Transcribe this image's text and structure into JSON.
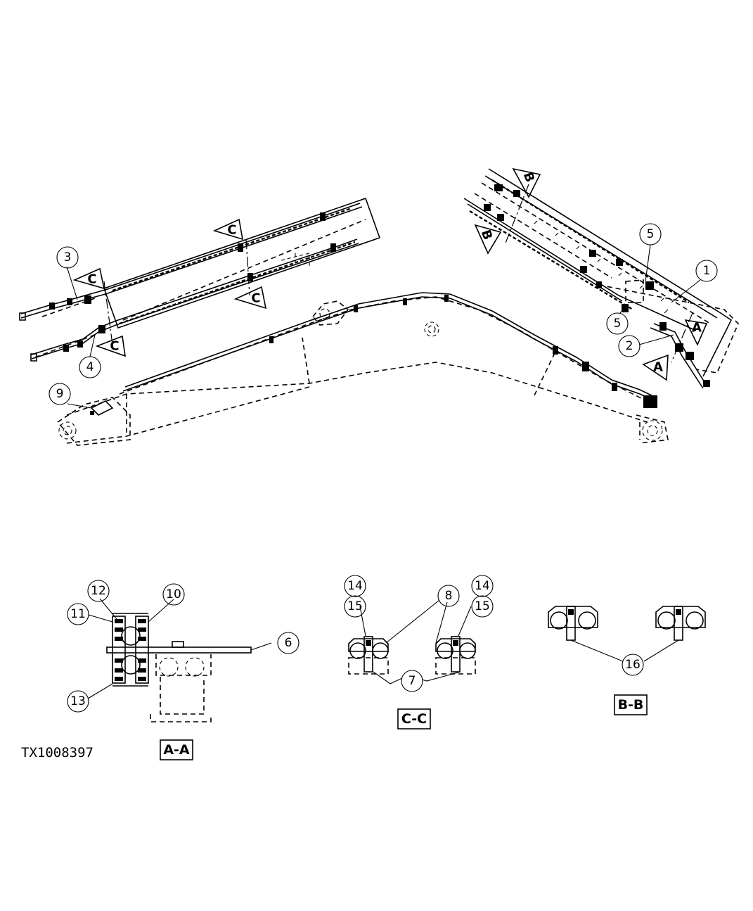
{
  "figure_id": "TX1008397",
  "callouts": [
    "1",
    "2",
    "3",
    "4",
    "5",
    "5",
    "6",
    "7",
    "8",
    "9",
    "10",
    "11",
    "12",
    "13",
    "14",
    "14",
    "15",
    "15",
    "16"
  ],
  "section_views": [
    "A-A",
    "C-C",
    "B-B"
  ],
  "section_arrows": [
    "A",
    "A",
    "B",
    "B",
    "C",
    "C",
    "C",
    "C"
  ],
  "colors": {
    "line": "#000000",
    "background": "#ffffff"
  }
}
